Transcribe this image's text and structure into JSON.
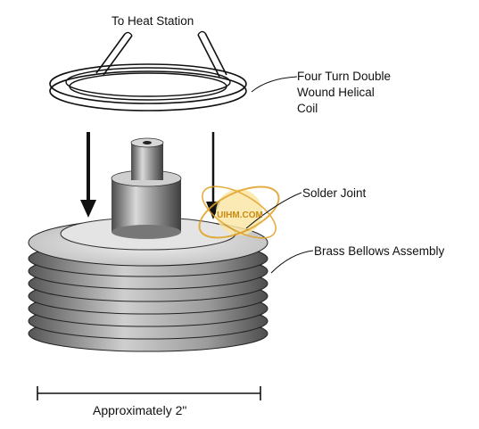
{
  "labels": {
    "to_heat_station": "To Heat Station",
    "coil_line1": "Four Turn Double",
    "coil_line2": "Wound Helical",
    "coil_line3": "Coil",
    "solder_joint": "Solder Joint",
    "brass_bellows": "Brass Bellows Assembly",
    "approx_size": "Approximately 2\""
  },
  "watermark": {
    "text": "UIHM.COM",
    "color": "#e0a020"
  },
  "colors": {
    "ink": "#111111",
    "bellows_dark": "#5a5a5a",
    "bellows_light": "#d8d8d8"
  }
}
